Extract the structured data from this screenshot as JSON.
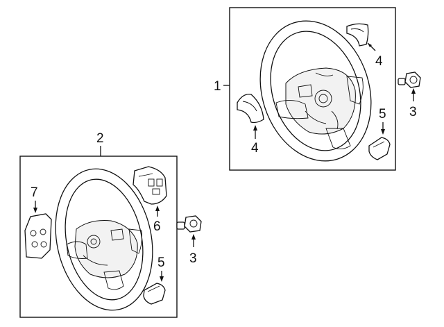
{
  "callouts": {
    "assembly_1": "1",
    "assembly_2": "2",
    "bolt_right": "3",
    "bolt_left": "3",
    "cover_upper": "4",
    "cover_lower": "4",
    "cover_right_1": "5",
    "cover_right_2": "5",
    "switch": "6",
    "switch_panel": "7"
  }
}
